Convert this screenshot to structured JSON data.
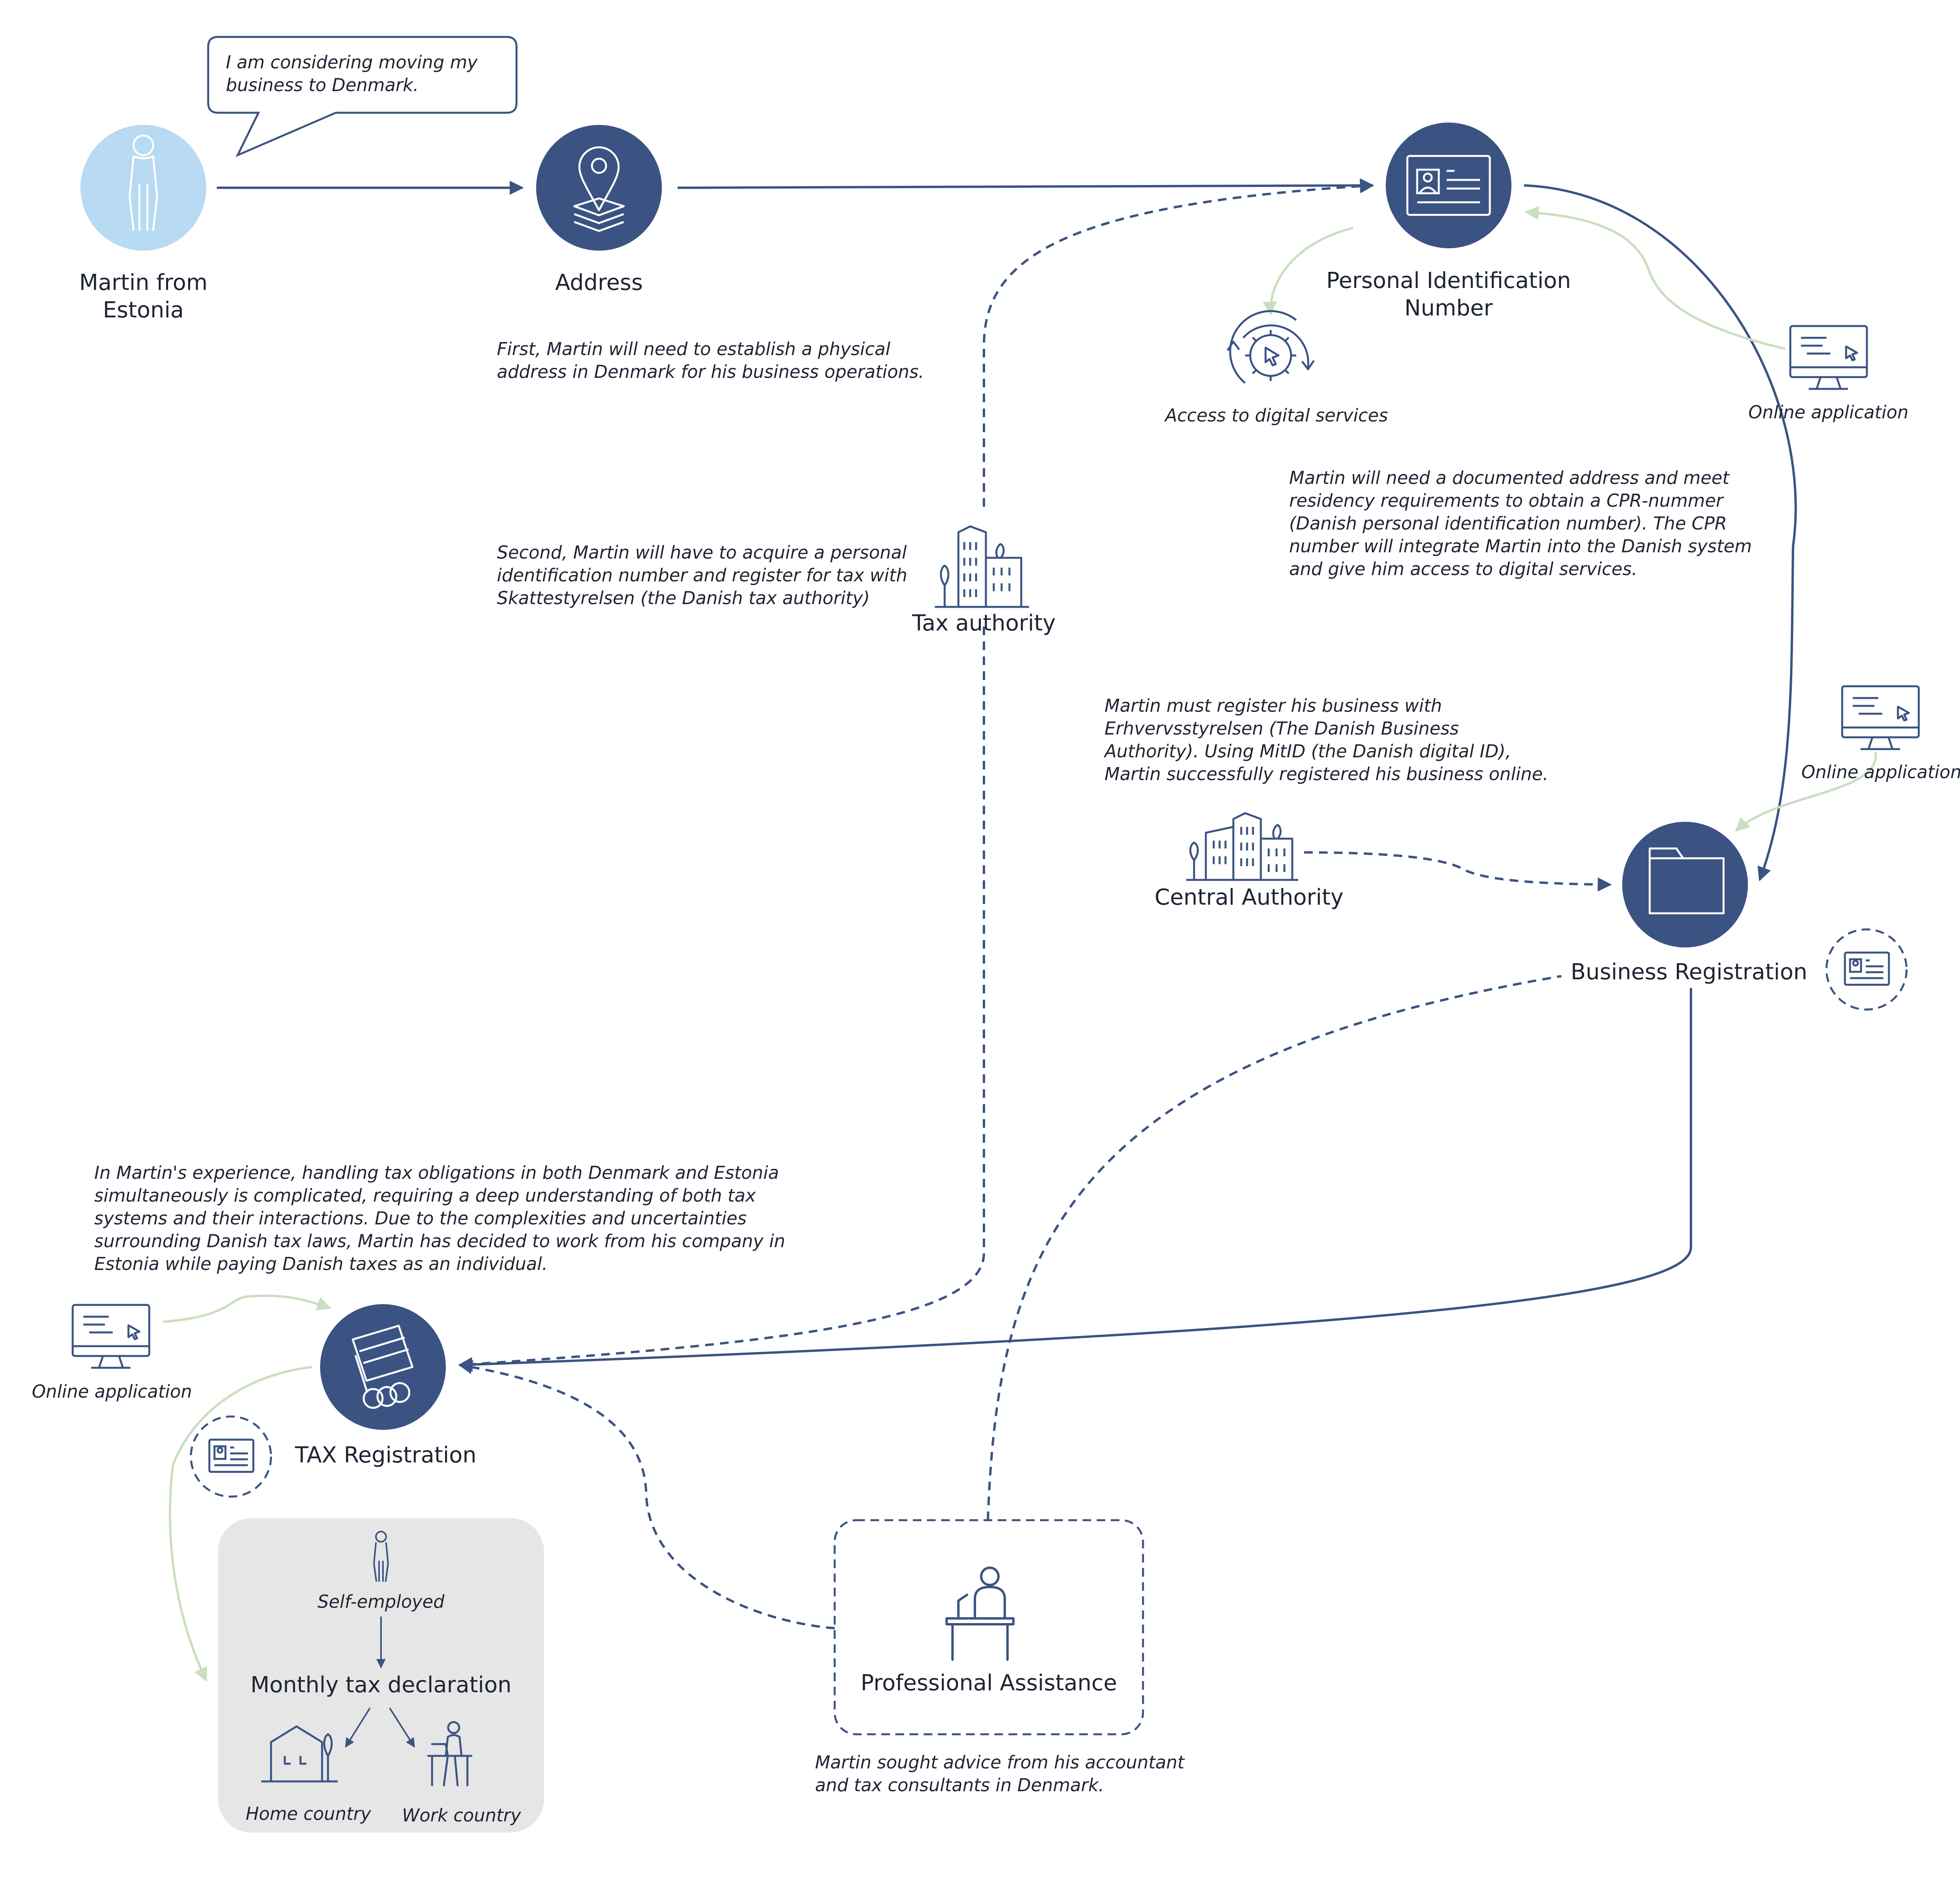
{
  "colors": {
    "navy": "#3a5382",
    "light_blue": "#b8daf2",
    "line": "#3a5382",
    "green_line": "#c9dfc0",
    "box_fill": "#e6e6e6",
    "text": "#1e2433"
  },
  "speech_bubble": {
    "text": "I am considering moving my\nbusiness to Denmark."
  },
  "nodes": {
    "martin": {
      "label": "Martin from\nEstonia",
      "icon": "person-icon"
    },
    "address": {
      "label": "Address",
      "icon": "location-pin-icon"
    },
    "pin": {
      "label": "Personal Identification\nNumber",
      "icon": "id-card-icon"
    },
    "business_registration": {
      "label": "Business Registration",
      "icon": "folder-icon"
    },
    "tax_registration": {
      "label": "TAX Registration",
      "icon": "cards-and-coins-icon"
    },
    "professional_assistance": {
      "label": "Professional Assistance",
      "icon": "person-at-desk-icon"
    }
  },
  "secondary_nodes": {
    "digital_services": {
      "label": "Access to digital services",
      "icon": "gear-cursor-icon"
    },
    "online_app_pin": {
      "label": "Online application",
      "icon": "computer-monitor-icon"
    },
    "online_app_business": {
      "label": "Online application",
      "icon": "computer-monitor-icon"
    },
    "online_app_tax": {
      "label": "Online application",
      "icon": "computer-monitor-icon"
    },
    "tax_authority": {
      "label": "Tax authority",
      "icon": "buildings-icon"
    },
    "central_authority": {
      "label": "Central Authority",
      "icon": "buildings-icon"
    }
  },
  "notes": {
    "address": "First, Martin will need to establish a physical\naddress in Denmark for his business operations.",
    "tax_authority": "Second, Martin will have to acquire a personal\nidentification number and register for tax with\nSkattestyrelsen (the Danish tax authority)",
    "cpr": "Martin will need a documented address and meet\nresidency requirements to obtain a CPR-nummer\n(Danish personal identification number). The CPR\nnumber will integrate Martin into the Danish system\nand give him access to digital services.",
    "business": "Martin must register his business with\nErhvervsstyrelsen (The Danish Business\nAuthority). Using MitID (the Danish digital ID),\nMartin successfully registered his business online.",
    "tax_experience": "In Martin's experience, handling tax obligations in both Denmark and Estonia\nsimultaneously is complicated, requiring a deep understanding of both tax\nsystems and their interactions. Due to the complexities and uncertainties\nsurrounding Danish tax laws, Martin has decided to work from his company in\nEstonia while paying Danish taxes as an individual.",
    "professional": "Martin sought advice from his accountant\nand tax consultants in Denmark."
  },
  "declaration_box": {
    "self_employed": "Self-employed",
    "monthly": "Monthly tax declaration",
    "home_country": "Home country",
    "work_country": "Work country"
  }
}
